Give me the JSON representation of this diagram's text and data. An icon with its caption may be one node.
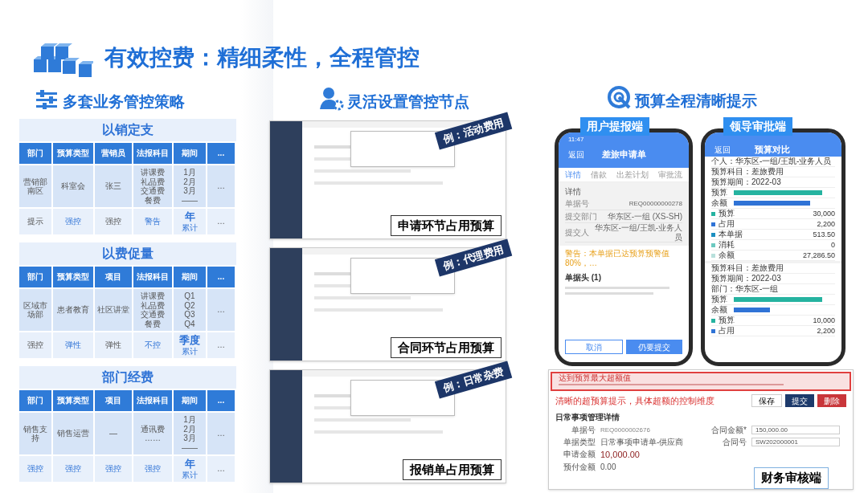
{
  "diagram": {
    "title": "有效控费：精细柔性，全程管控",
    "labels": [
      "多套业务管控策略",
      "灵活设置管控节点",
      "预算全程清晰提示",
      "以销定支",
      "部门",
      "预算类型",
      "营销员",
      "法报科目",
      "期间",
      "...",
      "营销部南区",
      "科室会",
      "张三",
      "讲课费",
      "礼品费",
      "交通费",
      "餐费",
      "1月",
      "2月",
      "3月",
      "——",
      "…",
      "提示",
      "强控",
      "强控",
      "警告",
      "年",
      "累计",
      "…",
      "以费促量",
      "部门",
      "预算类型",
      "项目",
      "法报科目",
      "期间",
      "...",
      "区域市场部",
      "患者教育",
      "社区讲堂",
      "讲课费",
      "礼品费",
      "交通费",
      "餐费",
      "Q1",
      "Q2",
      "Q3",
      "Q4",
      "…",
      "强控",
      "弹性",
      "弹性",
      "不控",
      "季度",
      "累计",
      "…",
      "部门经费",
      "部门",
      "预算类型",
      "项目",
      "法报科目",
      "期间",
      "...",
      "销售支持",
      "销售运营",
      "—",
      "通讯费",
      "……",
      "1月",
      "2月",
      "3月",
      "——",
      "…",
      "强控",
      "强控",
      "强控",
      "强控",
      "年",
      "累计",
      "…",
      "例：活动费用",
      "申请环节占用预算",
      "例：代理费用",
      "合同环节占用预算",
      "例：日常杂费",
      "报销单占用预算",
      "用户提报端",
      "11:47",
      "返回",
      "差旅申请单",
      "详情",
      "借款",
      "出差计划",
      "审批流",
      "详情",
      "单据号",
      "REQ00000000278",
      "提交部门",
      "华东区-一组 (XS-SH)",
      "提交人",
      "华东区-一组/王凯-业务人员",
      "警告：本单据已达预算预警值80%，…",
      "单据头 (1)",
      "取消",
      "仍要提交",
      "领导审批端",
      "返回",
      "预算对比",
      "个人：华东区-一组/王凯-业务人员",
      "预算科目：差旅费用",
      "预算期间：2022-03",
      "预算",
      "余额",
      "预算",
      "30,000",
      "占用",
      "2,200",
      "本单据",
      "513.50",
      "消耗",
      "0",
      "余额",
      "27,286.50",
      "预算科目：差旅费用",
      "预算期间：2022-03",
      "部门：华东区-一组",
      "预算",
      "余额",
      "预算",
      "10,000",
      "占用",
      "2,200",
      "达到预算最大超额值",
      "清晰的超预算提示，具体超额的控制维度",
      "保存",
      "提交",
      "删除",
      "日常事项管理详情",
      "单据号",
      "REQ0000002676",
      "合同金额*",
      "150,000.00",
      "单据类型",
      "日常事项申请单-供应商",
      "合同号",
      "SW202000001",
      "申请金额",
      "10,000.00",
      "预付金额",
      "0.00",
      "财务审核端"
    ]
  }
}
